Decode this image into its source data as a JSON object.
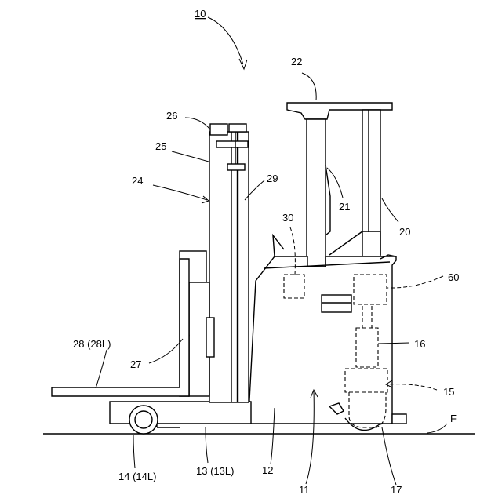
{
  "figure": {
    "labels": {
      "l10": "10",
      "l22": "22",
      "l26": "26",
      "l25": "25",
      "l24": "24",
      "l29": "29",
      "l21": "21",
      "l20": "20",
      "l30": "30",
      "l60": "60",
      "l16": "16",
      "l28": "28 (28L)",
      "l27": "27",
      "l15": "15",
      "lF": "F",
      "l14": "14 (14L)",
      "l13": "13 (13L)",
      "l12": "12",
      "l11": "11",
      "l17": "17"
    }
  }
}
